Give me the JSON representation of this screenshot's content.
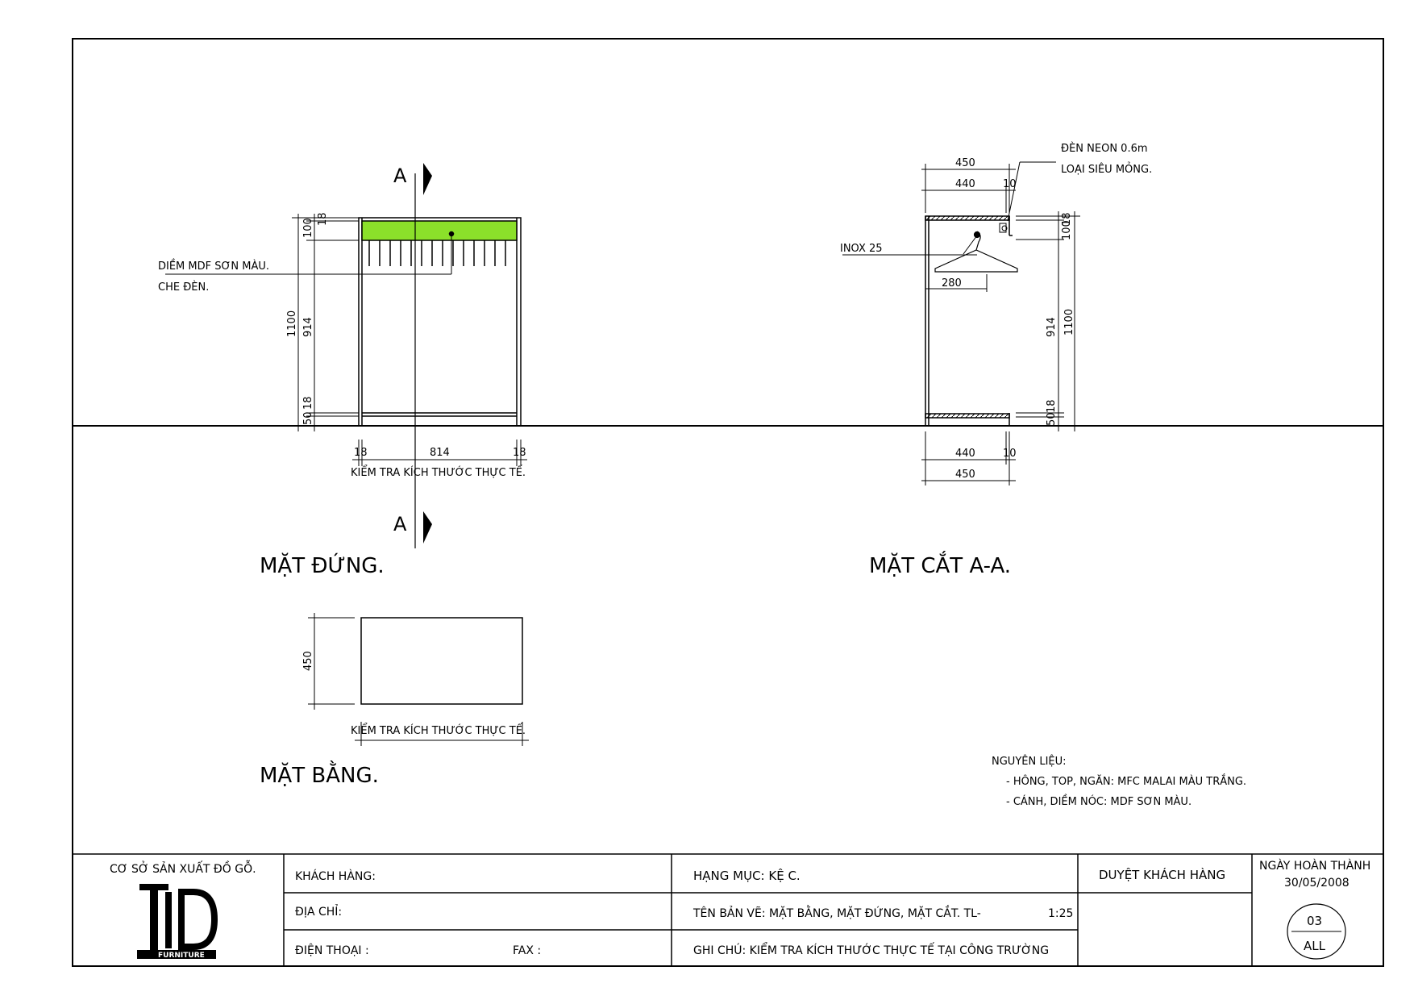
{
  "front_view": {
    "title": "MẶT ĐỨNG.",
    "section_mark": "A",
    "dims": {
      "top_d100": "100",
      "top_d18": "18",
      "total_height": "1100",
      "mid_914": "914",
      "bot_d18": "18",
      "bot_d50": "50",
      "left_18": "18",
      "width_814": "814",
      "right_18": "18"
    },
    "check_note": "KIỂM TRA KÍCH THƯỚC THỰC TẾ.",
    "callout_line1": "DIỀM MDF SƠN MÀU.",
    "callout_line2": "CHE ĐÈN."
  },
  "section_view": {
    "title": "MẶT CẮT A-A.",
    "dims": {
      "top_450": "450",
      "top_440": "440",
      "top_10": "10",
      "d100": "100",
      "d18": "18",
      "d914": "914",
      "d1100": "1100",
      "b18": "18",
      "b50": "50",
      "rail_280": "280",
      "bot_440": "440",
      "bot_10": "10",
      "bot_450": "450"
    },
    "neon_line1": "ĐÈN NEON 0.6m",
    "neon_line2": "LOẠI SIÊU MỎNG.",
    "inox_label": "INOX  25"
  },
  "plan_view": {
    "title": "MẶT BẰNG.",
    "depth": "450",
    "check_note": "KIỂM TRA KÍCH THƯỚC THỰC TẾ."
  },
  "materials": {
    "heading": "NGUYÊN LIỆU:",
    "line1": "- HÔNG, TOP, NGĂN: MFC MALAI MÀU TRẮNG.",
    "line2": "- CÁNH, DIỀM NÓC: MDF SƠN MÀU."
  },
  "title_block": {
    "company": "CƠ SỞ SẢN XUẤT ĐỒ GỖ.",
    "logo_text": "TLD",
    "logo_sub": "FURNITURE",
    "customer_label": "KHÁCH HÀNG:",
    "address_label": "ĐỊA CHỈ:",
    "phone_label": "ĐIỆN THOẠI :",
    "fax_label": "FAX :",
    "item": "HẠNG MỤC:  KỆ C.",
    "drawing_name": "TÊN BẢN VẼ: MẶT BẰNG, MẶT ĐỨNG, MẶT CẮT.  TL-",
    "scale": "1:25",
    "note": "GHI CHÚ: KIỂM TRA KÍCH THƯỚC THỰC TẾ TẠI CÔNG TRƯỜNG",
    "approval": "DUYỆT KHÁCH HÀNG",
    "completion_label": "NGÀY HOÀN THÀNH",
    "completion_date": "30/05/2008",
    "sheet_no": "03",
    "sheet_set": "ALL"
  },
  "colors": {
    "lines": "#000000",
    "valance_fill": "#8be02a"
  }
}
